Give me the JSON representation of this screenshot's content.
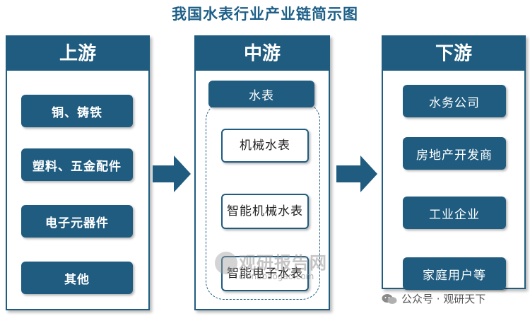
{
  "title": "我国水表行业产业链简示图",
  "upstream": {
    "header": "上游",
    "items": [
      "铜、铸铁",
      "塑料、五金配件",
      "电子元器件",
      "其他"
    ]
  },
  "midstream": {
    "header": "中游",
    "category": "水表",
    "items": [
      "机械水表",
      "智能机械水表",
      "智能电子水表"
    ]
  },
  "downstream": {
    "header": "下游",
    "items": [
      "水务公司",
      "房地产开发商",
      "工业企业",
      "家庭用户等"
    ]
  },
  "watermark": {
    "name": "观研报告网",
    "url": "chinabaogao.com"
  },
  "footer": {
    "wechat": "公众号 · 观研天下"
  },
  "colors": {
    "primary": "#1f5c80",
    "title": "#1d5f87"
  }
}
